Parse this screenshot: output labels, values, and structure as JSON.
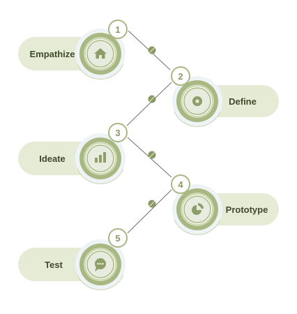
{
  "title": "",
  "colors": {
    "pill": "#e6ebd5",
    "ring_dark": "#a9b882",
    "ring_light": "#cfd9b5",
    "halo": "#eef3f6",
    "icon_face": "#e8ecdf",
    "icon_stroke": "#a9b882",
    "icon_fill": "#8e9e6a",
    "connector": "#6f6f6f",
    "connector_dot": "#8a9a64",
    "label": "#3f4a2c",
    "number": "#8a9a64"
  },
  "stages": [
    {
      "number": "1",
      "label": "Empathize",
      "icon": "home-icon"
    },
    {
      "number": "2",
      "label": "Define",
      "icon": "gear-icon"
    },
    {
      "number": "3",
      "label": "Ideate",
      "icon": "bar-chart-icon"
    },
    {
      "number": "4",
      "label": "Prototype",
      "icon": "pie-chart-icon"
    },
    {
      "number": "5",
      "label": "Test",
      "icon": "chat-icon"
    }
  ]
}
